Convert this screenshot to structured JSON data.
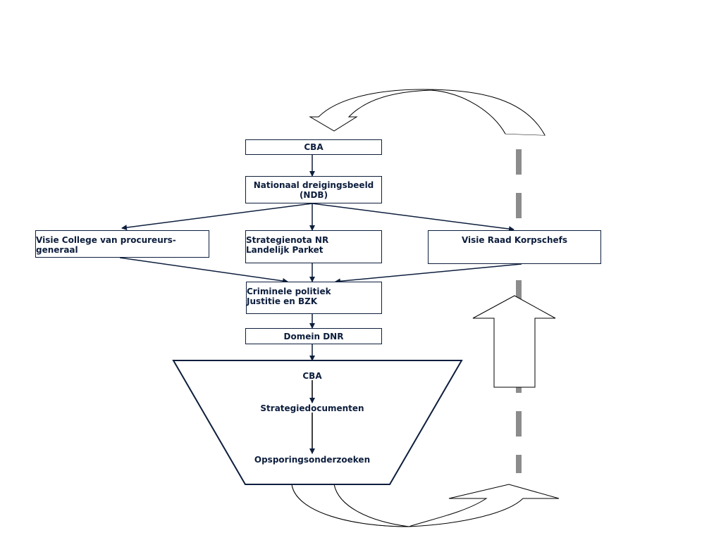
{
  "boxes": {
    "cba_top": "CBA",
    "ndb_line1": "Nationaal dreigingsbeeld",
    "ndb_line2": "(NDB)",
    "college_line1": "Visie College van procureurs-",
    "college_line2": "generaal",
    "strategienota_line1": "Strategienota NR",
    "strategienota_line2": "Landelijk Parket",
    "raad": "Visie Raad Korpschefs",
    "criminele_line1": "Criminele politiek",
    "criminele_line2": "Justitie en BZK",
    "domein": "Domein DNR"
  },
  "funnel": {
    "items": [
      "CBA",
      "Strategiedocumenten",
      "Opsporingsonderzoeken"
    ]
  },
  "colors": {
    "box_border": "#0d1e3d",
    "text": "#0d1e3d",
    "arrow_fill_gray": "#c8c8c8",
    "dashed_line": "#8c8c8c"
  }
}
